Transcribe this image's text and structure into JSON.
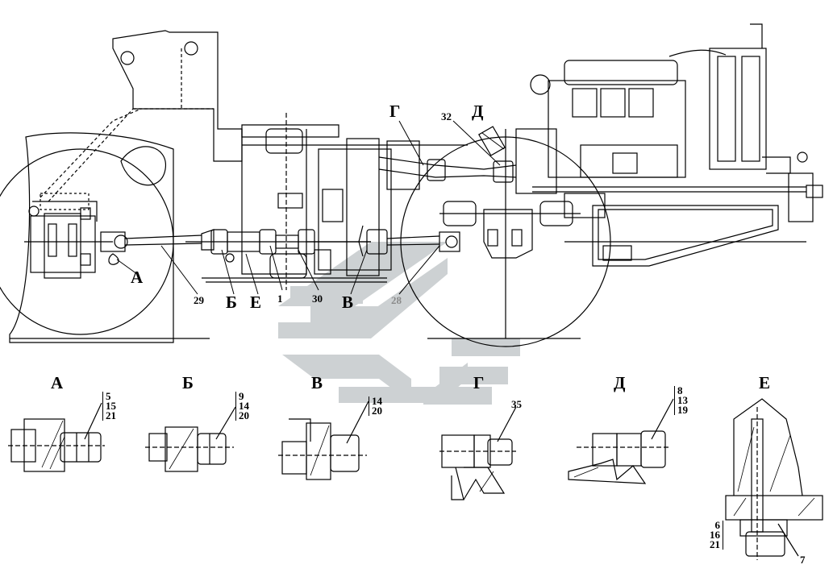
{
  "main_view": {
    "callouts": {
      "A": "А",
      "B": "Б",
      "E": "Е",
      "V": "В",
      "G": "Г",
      "D": "Д",
      "n29": "29",
      "n1": "1",
      "n30": "30",
      "n28": "28",
      "n32": "32"
    }
  },
  "details": [
    {
      "id": "A",
      "title": "А",
      "parts": [
        "5",
        "15",
        "21"
      ]
    },
    {
      "id": "B",
      "title": "Б",
      "parts": [
        "9",
        "14",
        "20"
      ]
    },
    {
      "id": "V",
      "title": "В",
      "parts": [
        "14",
        "20"
      ]
    },
    {
      "id": "G",
      "title": "Г",
      "parts": [
        "35"
      ]
    },
    {
      "id": "D",
      "title": "Д",
      "parts": [
        "8",
        "13",
        "19"
      ]
    },
    {
      "id": "E",
      "title": "Е",
      "parts": [
        "6",
        "16",
        "21"
      ],
      "extra_part": "7"
    }
  ],
  "colors": {
    "line": "#000000",
    "watermark": "#c9cdcf"
  }
}
